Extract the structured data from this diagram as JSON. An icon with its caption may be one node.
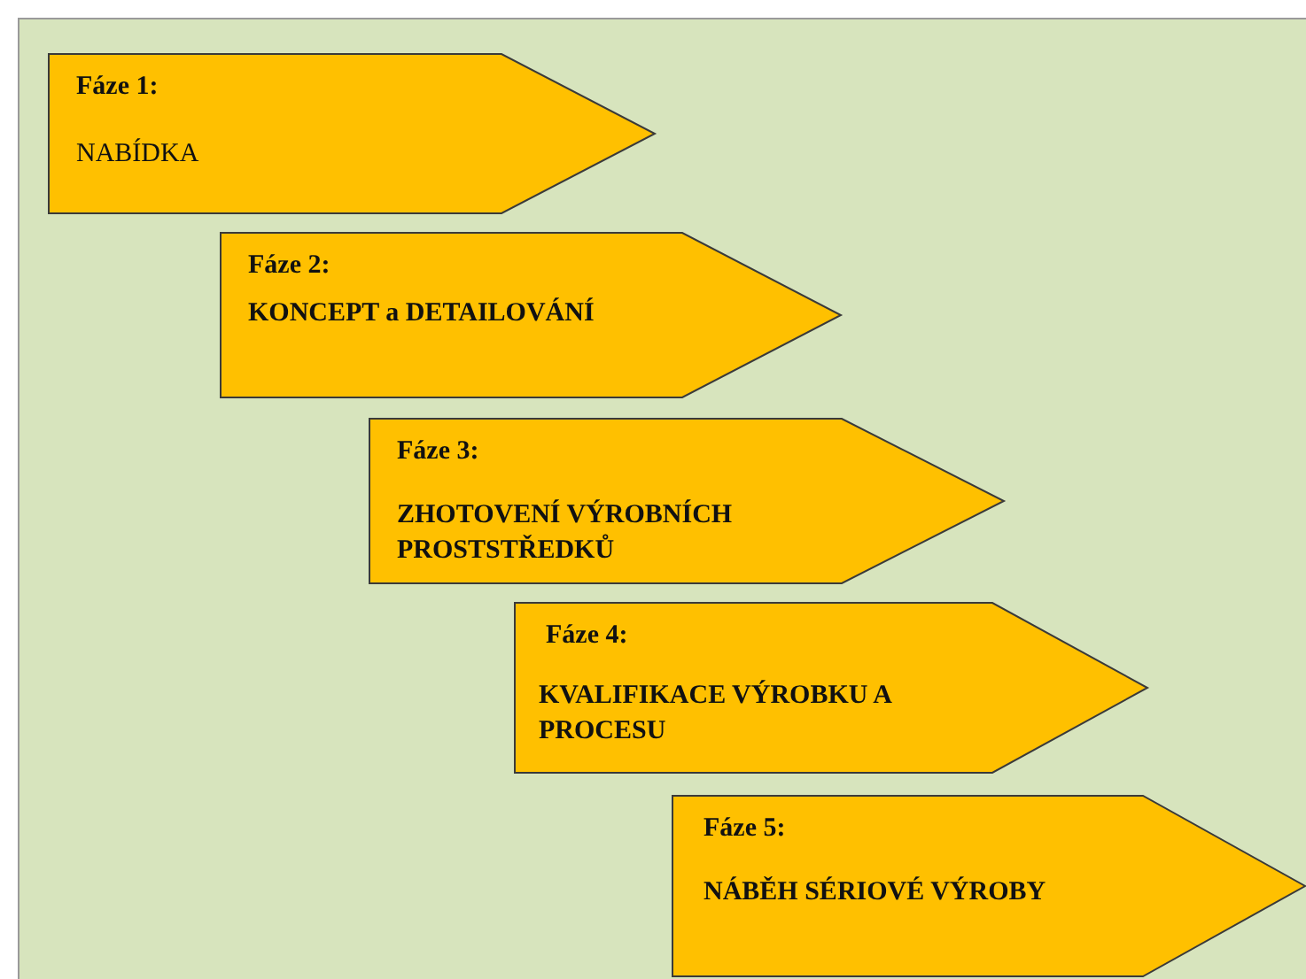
{
  "diagram": {
    "nodes": [
      {
        "text": [
          "Fáze 1:",
          "NABÍDKA"
        ]
      },
      {
        "text": [
          "Fáze 2:",
          "KONCEPT a DETAILOVÁNÍ"
        ]
      },
      {
        "text": [
          "Fáze 3:",
          "ZHOTOVENÍ VÝROBNÍCH PROSTSTŘEDKŮ"
        ]
      },
      {
        "text": [
          "Fáze 4:",
          "KVALIFIKACE VÝROBKU A PROCESU"
        ]
      },
      {
        "text": [
          "Fáze 5:",
          "NÁBĚH SÉRIOVÉ VÝROBY"
        ]
      }
    ]
  }
}
